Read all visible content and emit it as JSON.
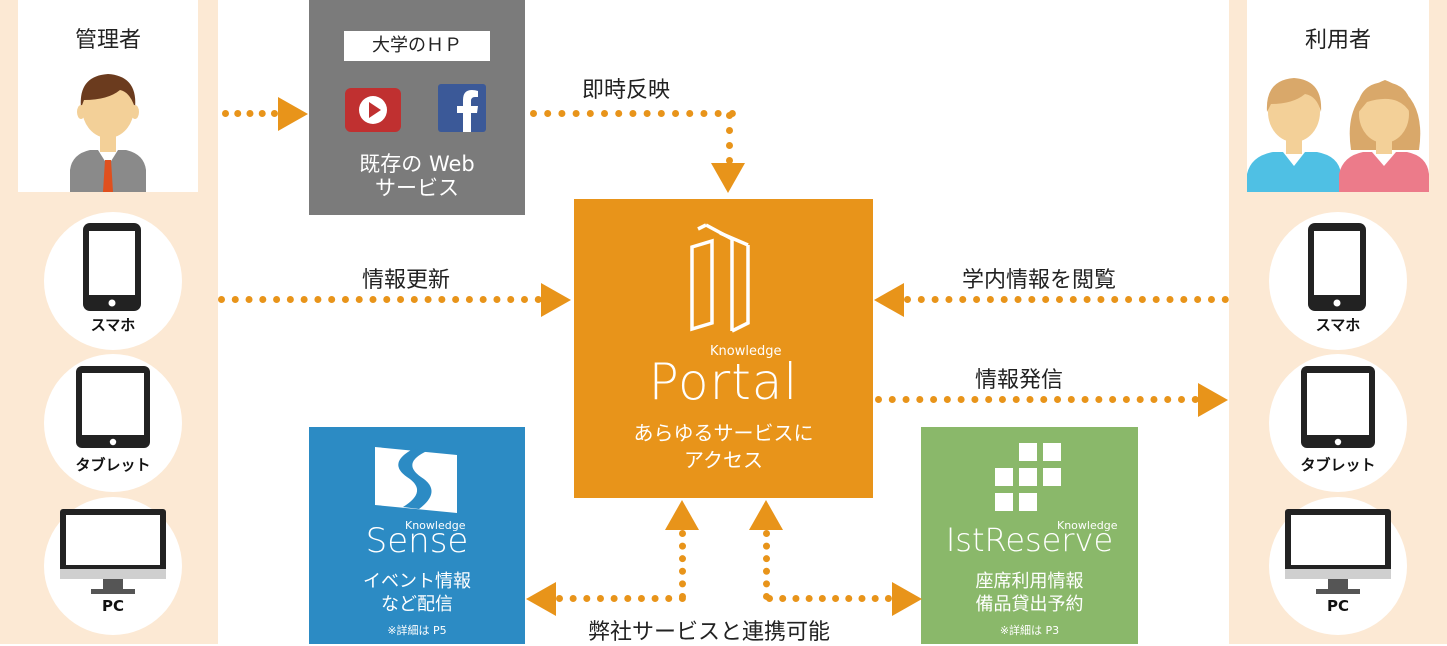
{
  "admin": {
    "title": "管理者",
    "devices": [
      "スマホ",
      "タブレット",
      "PC"
    ]
  },
  "user": {
    "title": "利用者",
    "devices": [
      "スマホ",
      "タブレット",
      "PC"
    ]
  },
  "existing_web": {
    "badge": "大学のＨＰ",
    "line1": "既存の Web",
    "line2": "サービス"
  },
  "portal": {
    "brand_small": "Knowledge",
    "brand": "Portal",
    "line1": "あらゆるサービスに",
    "line2": "アクセス"
  },
  "sense": {
    "brand_small": "Knowledge",
    "brand": "Sense",
    "line1": "イベント情報",
    "line2": "など配信",
    "note": "※詳細は P5"
  },
  "istreserve": {
    "brand_small": "Knowledge",
    "brand": "IstReserve",
    "line1": "座席利用情報",
    "line2": "備品貸出予約",
    "note": "※詳細は P3"
  },
  "labels": {
    "instant": "即時反映",
    "update": "情報更新",
    "browse": "学内情報を閲覧",
    "send": "情報発信",
    "link": "弊社サービスと連携可能"
  },
  "colors": {
    "orange": "#e8941a",
    "panel": "#fce9d4",
    "gray_box": "#7b7b7b",
    "sense_blue": "#2c8bc4",
    "reserve_green": "#8ab86a"
  }
}
